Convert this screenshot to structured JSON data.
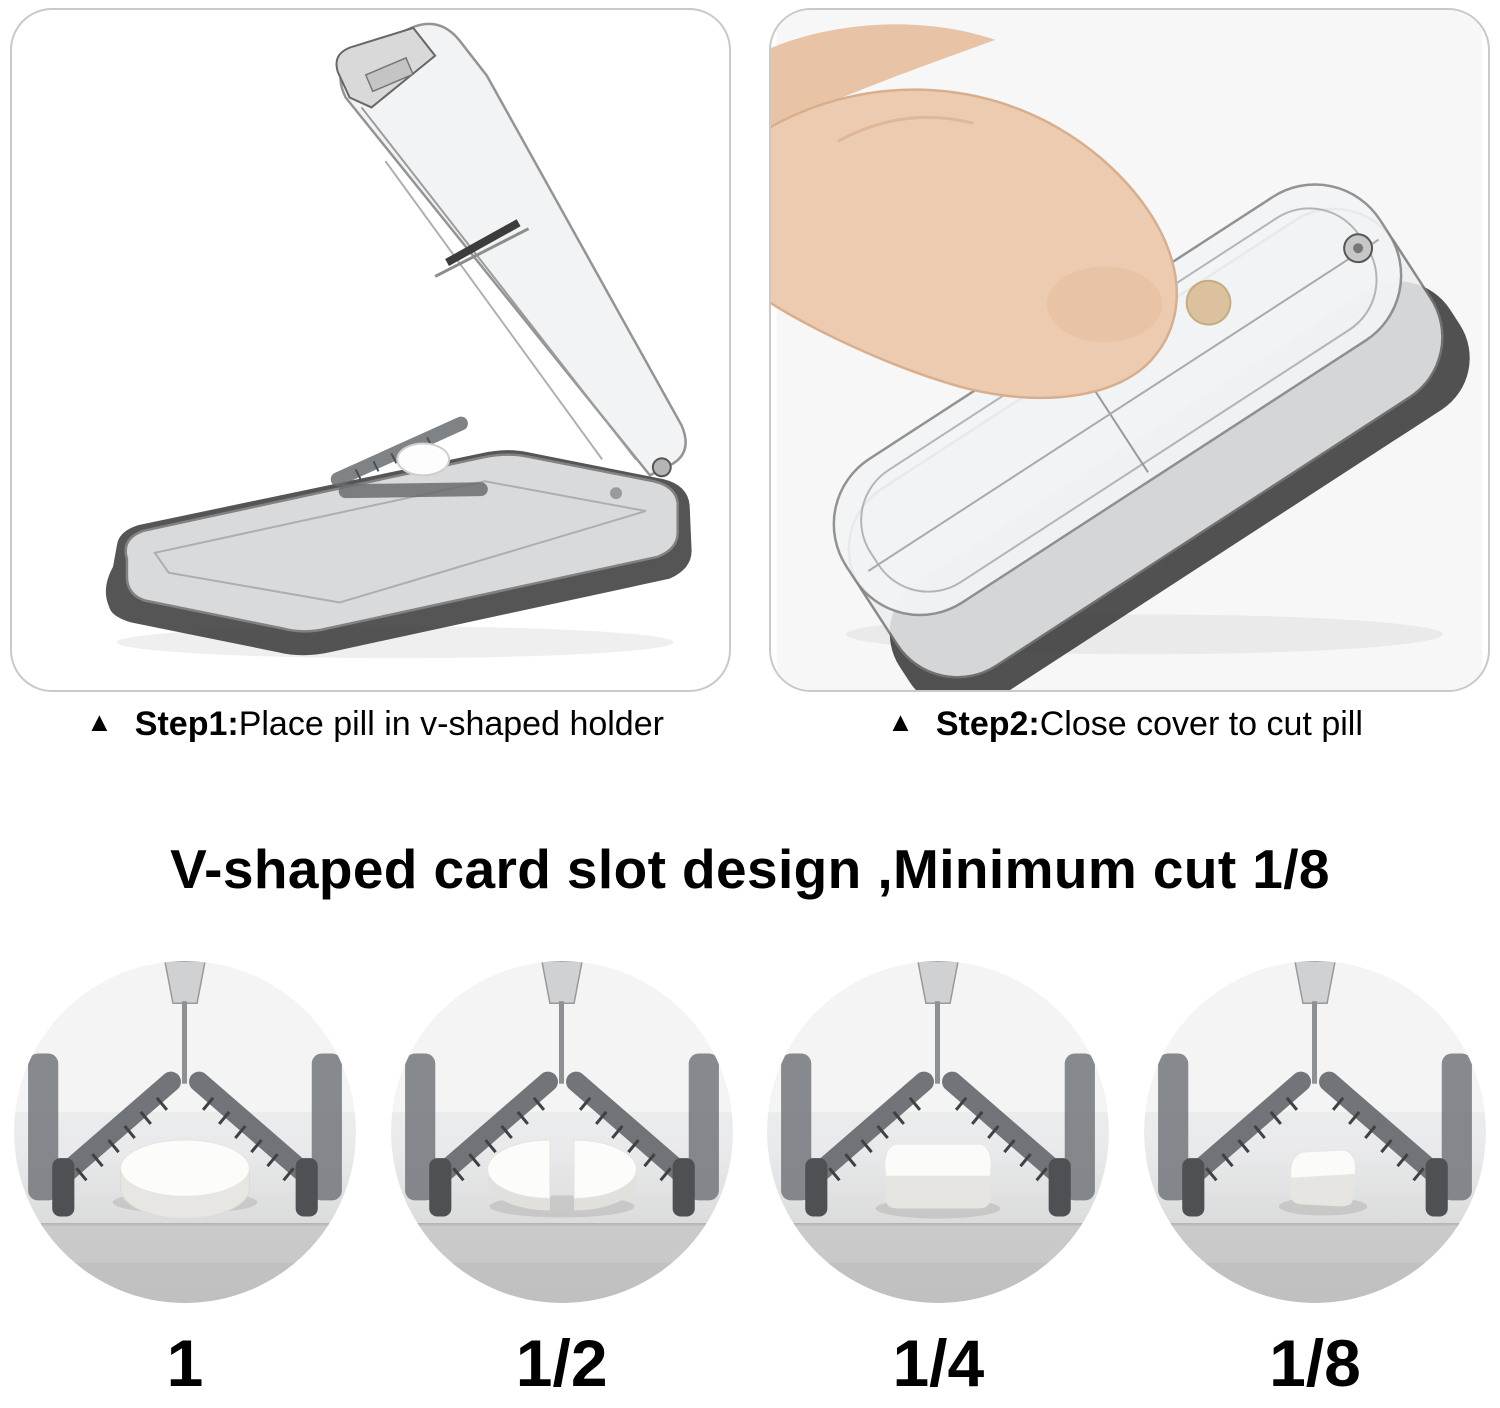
{
  "steps": [
    {
      "marker": "▲",
      "label": "Step1:",
      "text": "Place pill in v-shaped holder"
    },
    {
      "marker": "▲",
      "label": "Step2:",
      "text": "Close cover to cut pill"
    }
  ],
  "heading": "V-shaped card slot design ,Minimum cut 1/8",
  "fractions": [
    {
      "label": "1",
      "pill": "whole"
    },
    {
      "label": "1/2",
      "pill": "half"
    },
    {
      "label": "1/4",
      "pill": "quarter"
    },
    {
      "label": "1/8",
      "pill": "eighth"
    }
  ],
  "illustrations": {
    "step1": "pill-cutter-open-v-holder",
    "step2": "finger-pressing-closed-pill-cutter"
  },
  "colors": {
    "panel_border": "#c9c9c9",
    "device_dark_rim": "#3e3e3e",
    "clear_plastic": "#eef0f1",
    "skin": "#edcbb0",
    "pill_white": "#fcfcfa",
    "pill_tan": "#d8b98e",
    "text": "#000000"
  }
}
